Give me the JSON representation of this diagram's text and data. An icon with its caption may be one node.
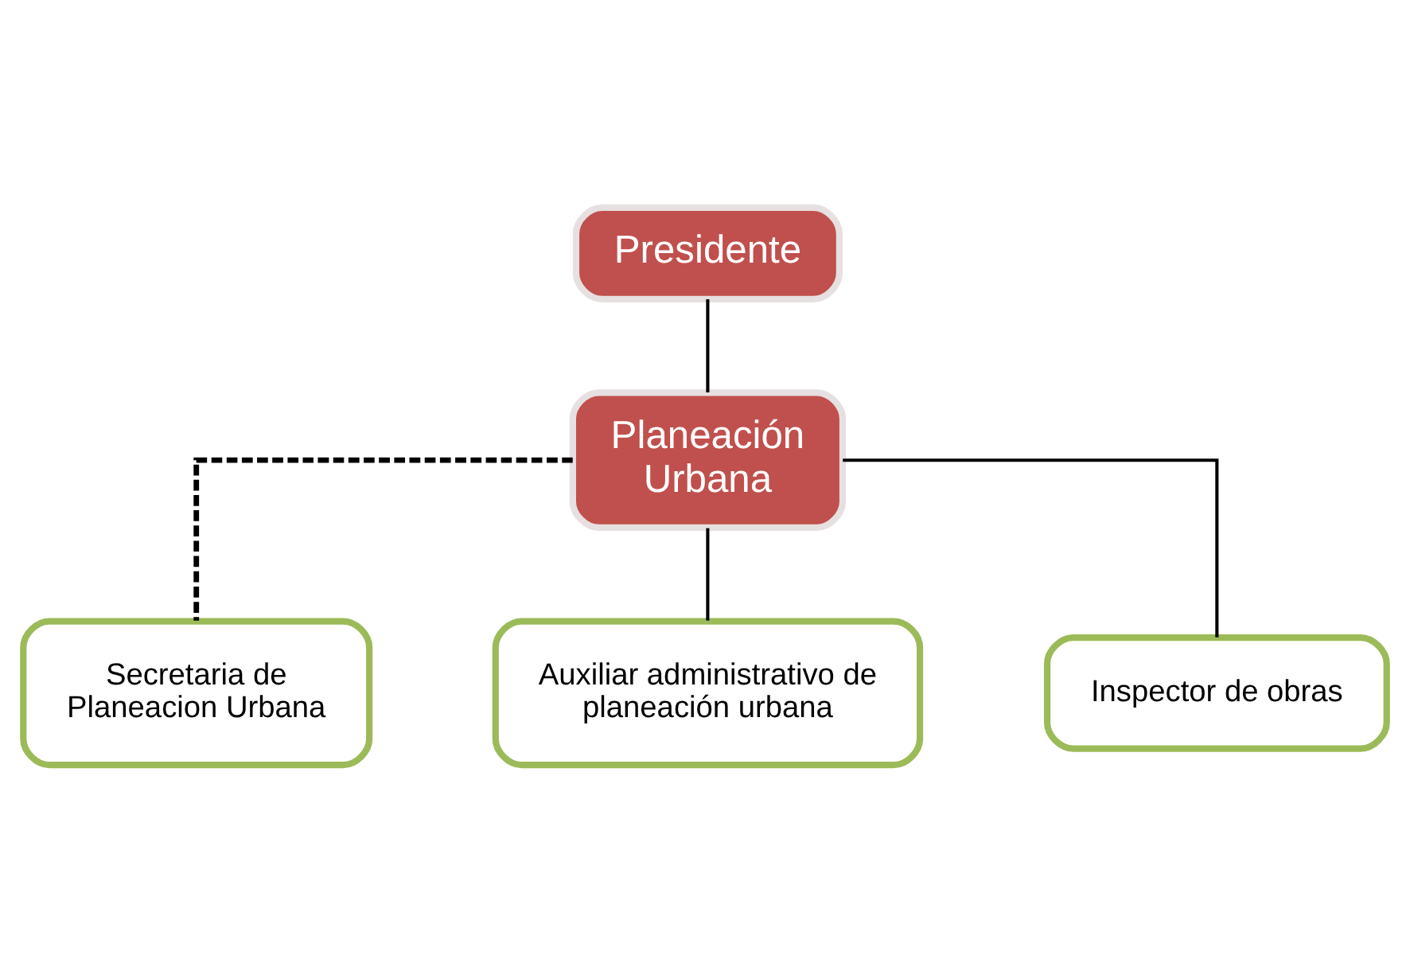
{
  "diagram": {
    "nodes": [
      {
        "text": [
          "Presidente"
        ]
      },
      {
        "text": [
          "Planeación Urbana"
        ]
      },
      {
        "text": [
          "Secretaria de Planeacion Urbana"
        ]
      },
      {
        "text": [
          "Auxiliar administrativo de planeación urbana"
        ]
      },
      {
        "text": [
          "Inspector de obras"
        ]
      }
    ],
    "edges": [
      {
        "from": 0,
        "to": 1,
        "arrow": "none"
      },
      {
        "from": 1,
        "to": 2,
        "arrow": "none",
        "style": "dashed"
      },
      {
        "from": 1,
        "to": 3,
        "arrow": "none"
      },
      {
        "from": 1,
        "to": 4,
        "arrow": "none"
      }
    ]
  }
}
